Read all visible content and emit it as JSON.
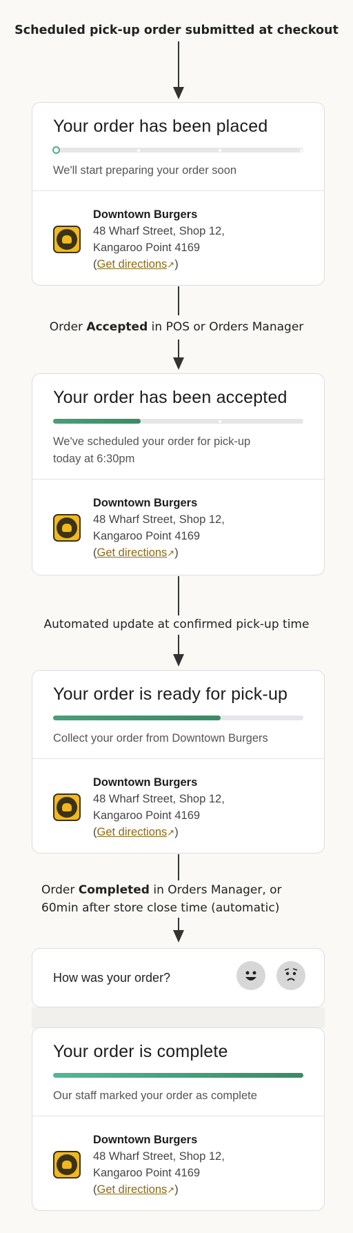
{
  "flow": {
    "start": "Scheduled pick-up order submitted at checkout",
    "step1_pre": "Order ",
    "step1_bold": "Accepted",
    "step1_post": " in POS or Orders Manager",
    "step2": "Automated update at confirmed pick-up time",
    "step3_pre": "Order ",
    "step3_bold": "Completed",
    "step3_post": " in Orders Manager, or",
    "step3_line2": "60min after store close time (automatic)"
  },
  "store": {
    "name": "Downtown Burgers",
    "address1": "48 Wharf Street, Shop 12,",
    "address2": "Kangaroo Point 4169",
    "open_paren": "(",
    "directions": "Get directions",
    "ext_icon": "↗",
    "close_paren": ")"
  },
  "cards": {
    "placed": {
      "title": "Your order has been placed",
      "subtitle": "We'll start preparing your order soon",
      "progress": 0.0
    },
    "accepted": {
      "title": "Your order has been accepted",
      "subtitle_line1": "We've scheduled your order for pick-up",
      "subtitle_line2": "today at 6:30pm",
      "progress": 0.35
    },
    "ready": {
      "title": "Your order is ready for pick-up",
      "subtitle": "Collect your order from Downtown Burgers",
      "progress": 0.67
    },
    "complete": {
      "title": "Your order is complete",
      "subtitle": "Our staff marked your order as complete",
      "progress": 1.0
    }
  },
  "feedback": {
    "question": "How was your order?",
    "happy_icon": "smiling-face",
    "sad_icon": "worried-face"
  },
  "colors": {
    "progress_fill": "#3f9470",
    "track": "#e6e6ea",
    "link": "#8a6a14"
  }
}
